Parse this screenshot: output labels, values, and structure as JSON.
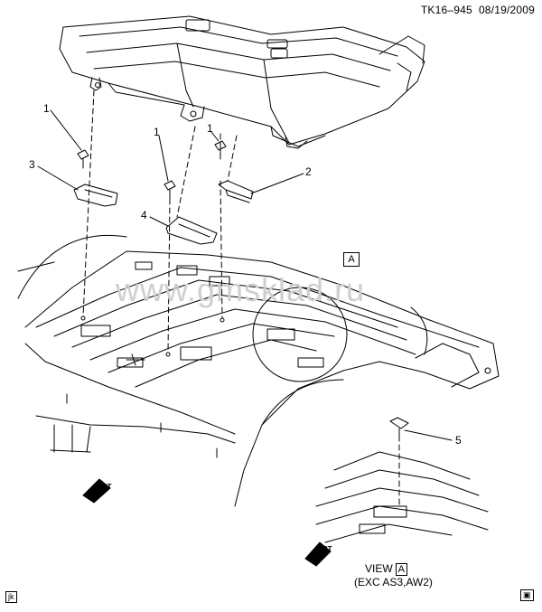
{
  "header": {
    "code": "TK16–945",
    "date": "08/19/2009"
  },
  "callouts": {
    "c1a": "1",
    "c1b": "1",
    "c1c": "1",
    "c2": "2",
    "c3": "3",
    "c4": "4",
    "c5": "5"
  },
  "view_ref_label": "A",
  "view_caption": {
    "prefix": "VIEW",
    "ref": "A",
    "note": "(EXC AS3,AW2)"
  },
  "forward_label": "FRT",
  "watermark": "www.gmsklad.ru",
  "corner_marks": {
    "left": "jk",
    "right": "▣"
  },
  "colors": {
    "line": "#000000",
    "watermark": "#cfcfcf",
    "background": "#ffffff"
  }
}
